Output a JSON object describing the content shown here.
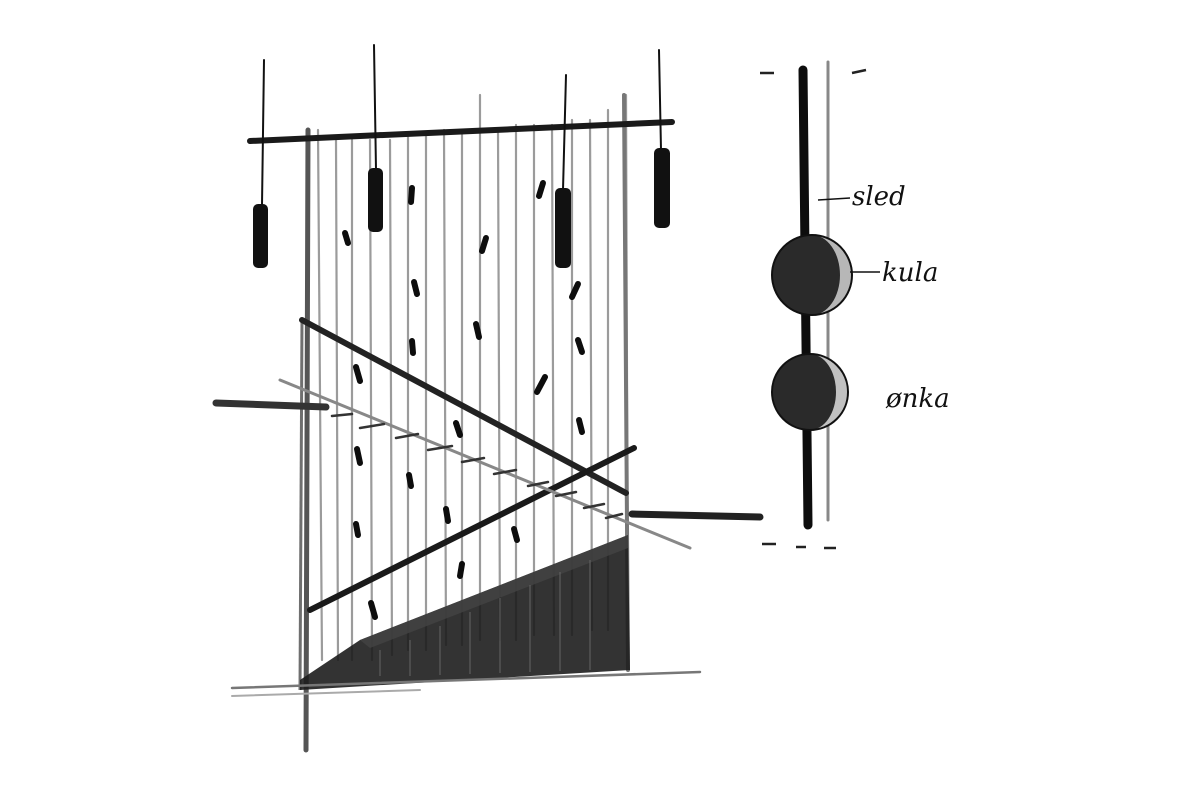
{
  "labels": {
    "sled": "sled",
    "kula": "kula",
    "onka": "ønka"
  },
  "colors": {
    "ink": "#111111",
    "graphite": "#3a3a3a",
    "light_graphite": "#9a9a9a",
    "paper": "#ffffff"
  },
  "icons": {
    "loom_sketch": "warp-weighted-loom-sketch",
    "detail_sketch": "thread-with-two-balls-detail"
  }
}
